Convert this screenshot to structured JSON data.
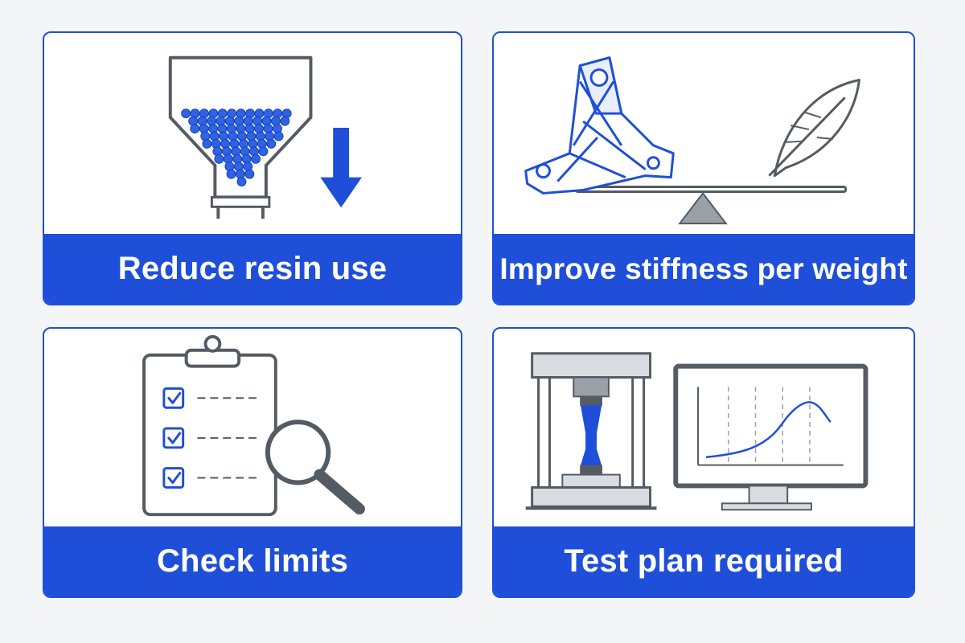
{
  "colors": {
    "accent": "#1f4fd8",
    "outline": "#555b63",
    "light_gray": "#d9dce1",
    "card_bg": "#ffffff",
    "page_bg": "#f4f5f7"
  },
  "cards": [
    {
      "label": "Reduce resin use",
      "icons": [
        "hopper-icon",
        "resin-pellets-icon",
        "down-arrow-icon"
      ]
    },
    {
      "label": "Improve stiffness per weight",
      "icons": [
        "lattice-bracket-icon",
        "balance-scale-icon",
        "feather-icon"
      ]
    },
    {
      "label": "Check limits",
      "icons": [
        "clipboard-checklist-icon",
        "magnifier-icon"
      ]
    },
    {
      "label": "Test plan required",
      "icons": [
        "tensile-test-machine-icon",
        "monitor-graph-icon"
      ]
    }
  ]
}
